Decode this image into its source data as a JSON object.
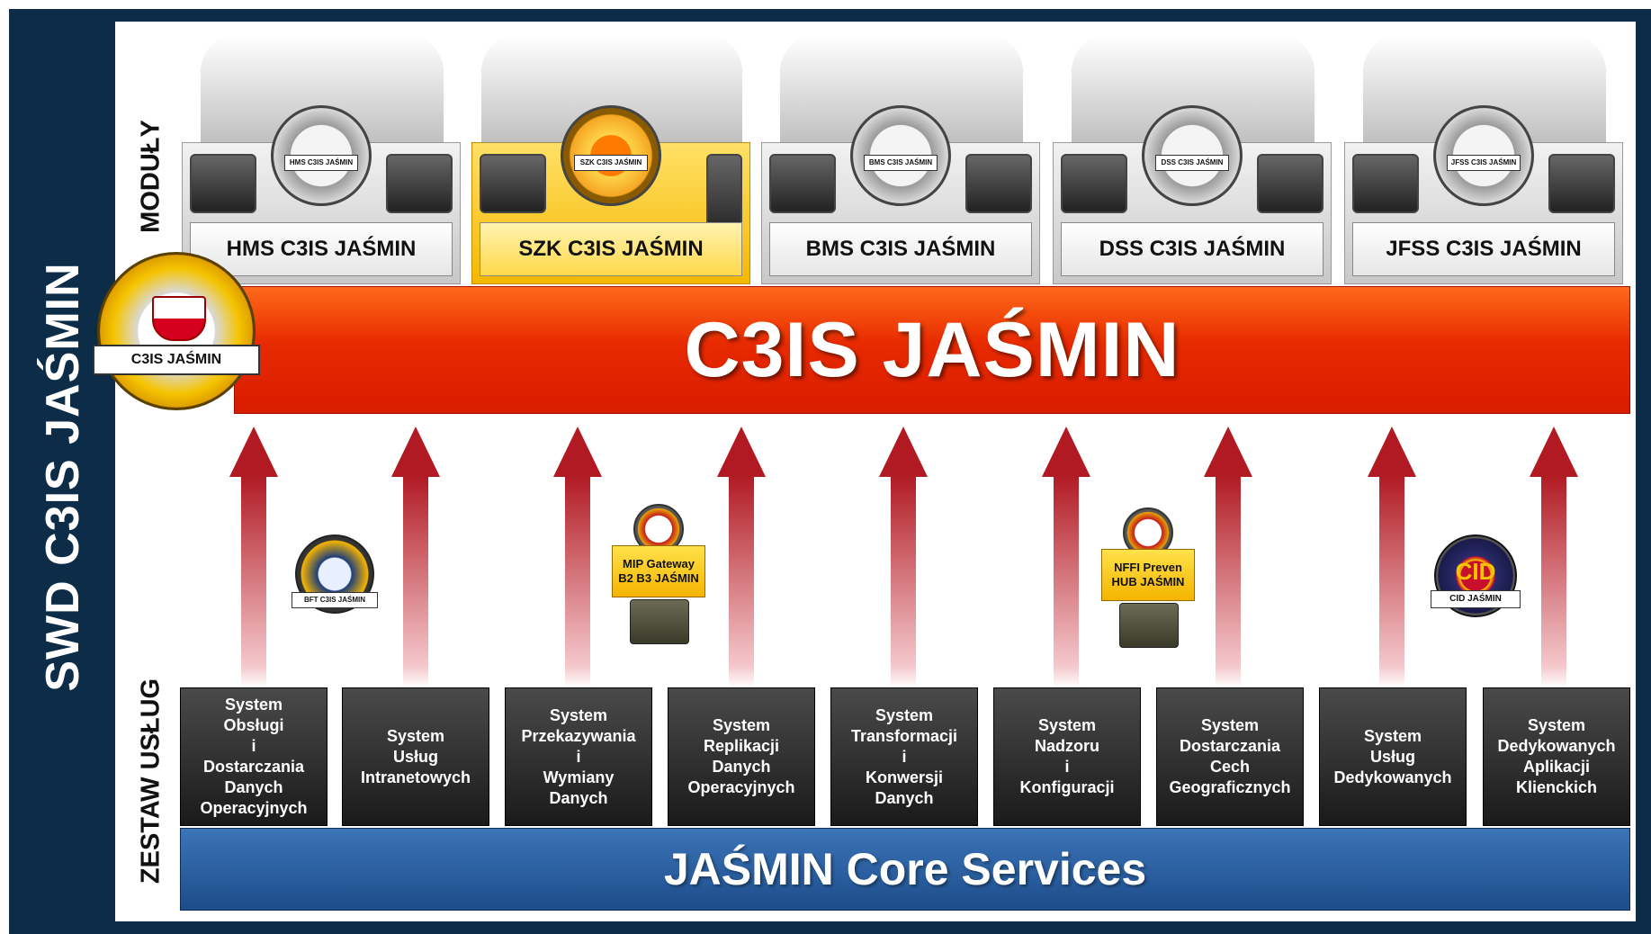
{
  "side_title": "SWD C3IS JAŚMIN",
  "labels": {
    "modules": "MODUŁY",
    "services_set": "ZESTAW USŁUG"
  },
  "modules": [
    {
      "label": "HMS C3IS JAŚMIN",
      "badge": "HMS C3IS JAŚMIN",
      "active": false
    },
    {
      "label": "SZK C3IS JAŚMIN",
      "badge": "SZK C3IS JAŚMIN",
      "active": true
    },
    {
      "label": "BMS C3IS JAŚMIN",
      "badge": "BMS C3IS JAŚMIN",
      "active": false
    },
    {
      "label": "DSS C3IS JAŚMIN",
      "badge": "DSS C3IS JAŚMIN",
      "active": false
    },
    {
      "label": "JFSS C3IS JAŚMIN",
      "badge": "JFSS C3IS JAŚMIN",
      "active": false
    }
  ],
  "band": "C3IS JAŚMIN",
  "main_emblem": {
    "ribbon": "C3IS JAŚMIN"
  },
  "badges": {
    "bft": "BFT C3IS JAŚMIN",
    "mip": "MIP Gateway\nB2 B3 JAŚMIN",
    "nffi": "NFFI Preven\nHUB JAŚMIN",
    "cid": "CID JAŚMIN",
    "cid_logo": "CID"
  },
  "services": [
    "System\nObsługi\ni\nDostarczania\nDanych\nOperacyjnych",
    "System\nUsług\nIntranetowych",
    "System\nPrzekazywania\ni\nWymiany\nDanych",
    "System\nReplikacji\nDanych\nOperacyjnych",
    "System\nTransformacji\ni\nKonwersji\nDanych",
    "System\nNadzoru\ni\nKonfiguracji",
    "System\nDostarczania\nCech\nGeograficznych",
    "System\nUsług\nDedykowanych",
    "System\nDedykowanych\nAplikacji\nKlienckich"
  ],
  "core": "JAŚMIN Core Services",
  "colors": {
    "frame": "#0c2c48",
    "band": "#e82a00",
    "core": "#2a5fa0",
    "arrow": "#b11a23",
    "active_module": "#f5b800"
  }
}
